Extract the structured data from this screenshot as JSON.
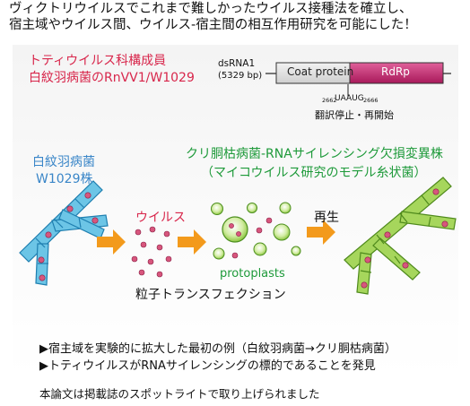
{
  "header": {
    "line1": "ヴィクトリウイルスでこれまで難しかったウイルス接種法を確立し、",
    "line2": "宿主域やウイルス間、ウイルス-宿主間の相互作用研究を可能にした！"
  },
  "members": {
    "line1": "トティウイルス科構成員",
    "line2": "白紋羽病菌のRnVV1/W1029"
  },
  "genome": {
    "name": "dsRNA1",
    "size": "(5329 bp)",
    "segment1": "Coat protein",
    "segment2": "RdRp",
    "pos_left": "2662",
    "motif": "UAAUG",
    "pos_right": "2666",
    "note": "翻訳停止・再開始"
  },
  "host": {
    "line1": "白紋羽病菌",
    "line2": "W1029株"
  },
  "target": {
    "line1": "クリ胴枯病菌-RNAサイレンシング欠損変異株",
    "line2": "（マイコウイルス研究のモデル糸状菌）"
  },
  "flow": {
    "virus_label": "ウイルス",
    "protoplast_label": "protoplasts",
    "regen_label": "再生",
    "transfection_label": "粒子トランスフェクション"
  },
  "findings": [
    "▶宿主域を実験的に拡大した最初の例（白紋羽病菌→クリ胴枯病菌）",
    "▶トティウイルスがRNAサイレンシングの標的であることを発見"
  ],
  "footer": "本論文は掲載誌のスポットライトで取り上げられました",
  "colors": {
    "accent_red": "#d8264b",
    "accent_blue": "#3a86c8",
    "accent_green": "#1e9a3a",
    "arrow_orange": "#f39a1c",
    "rdrp_magenta": "#c2236a",
    "hypha_blue": "#4ab4dc",
    "hypha_green": "#8cc63f",
    "virus_pink": "#d7567d"
  }
}
